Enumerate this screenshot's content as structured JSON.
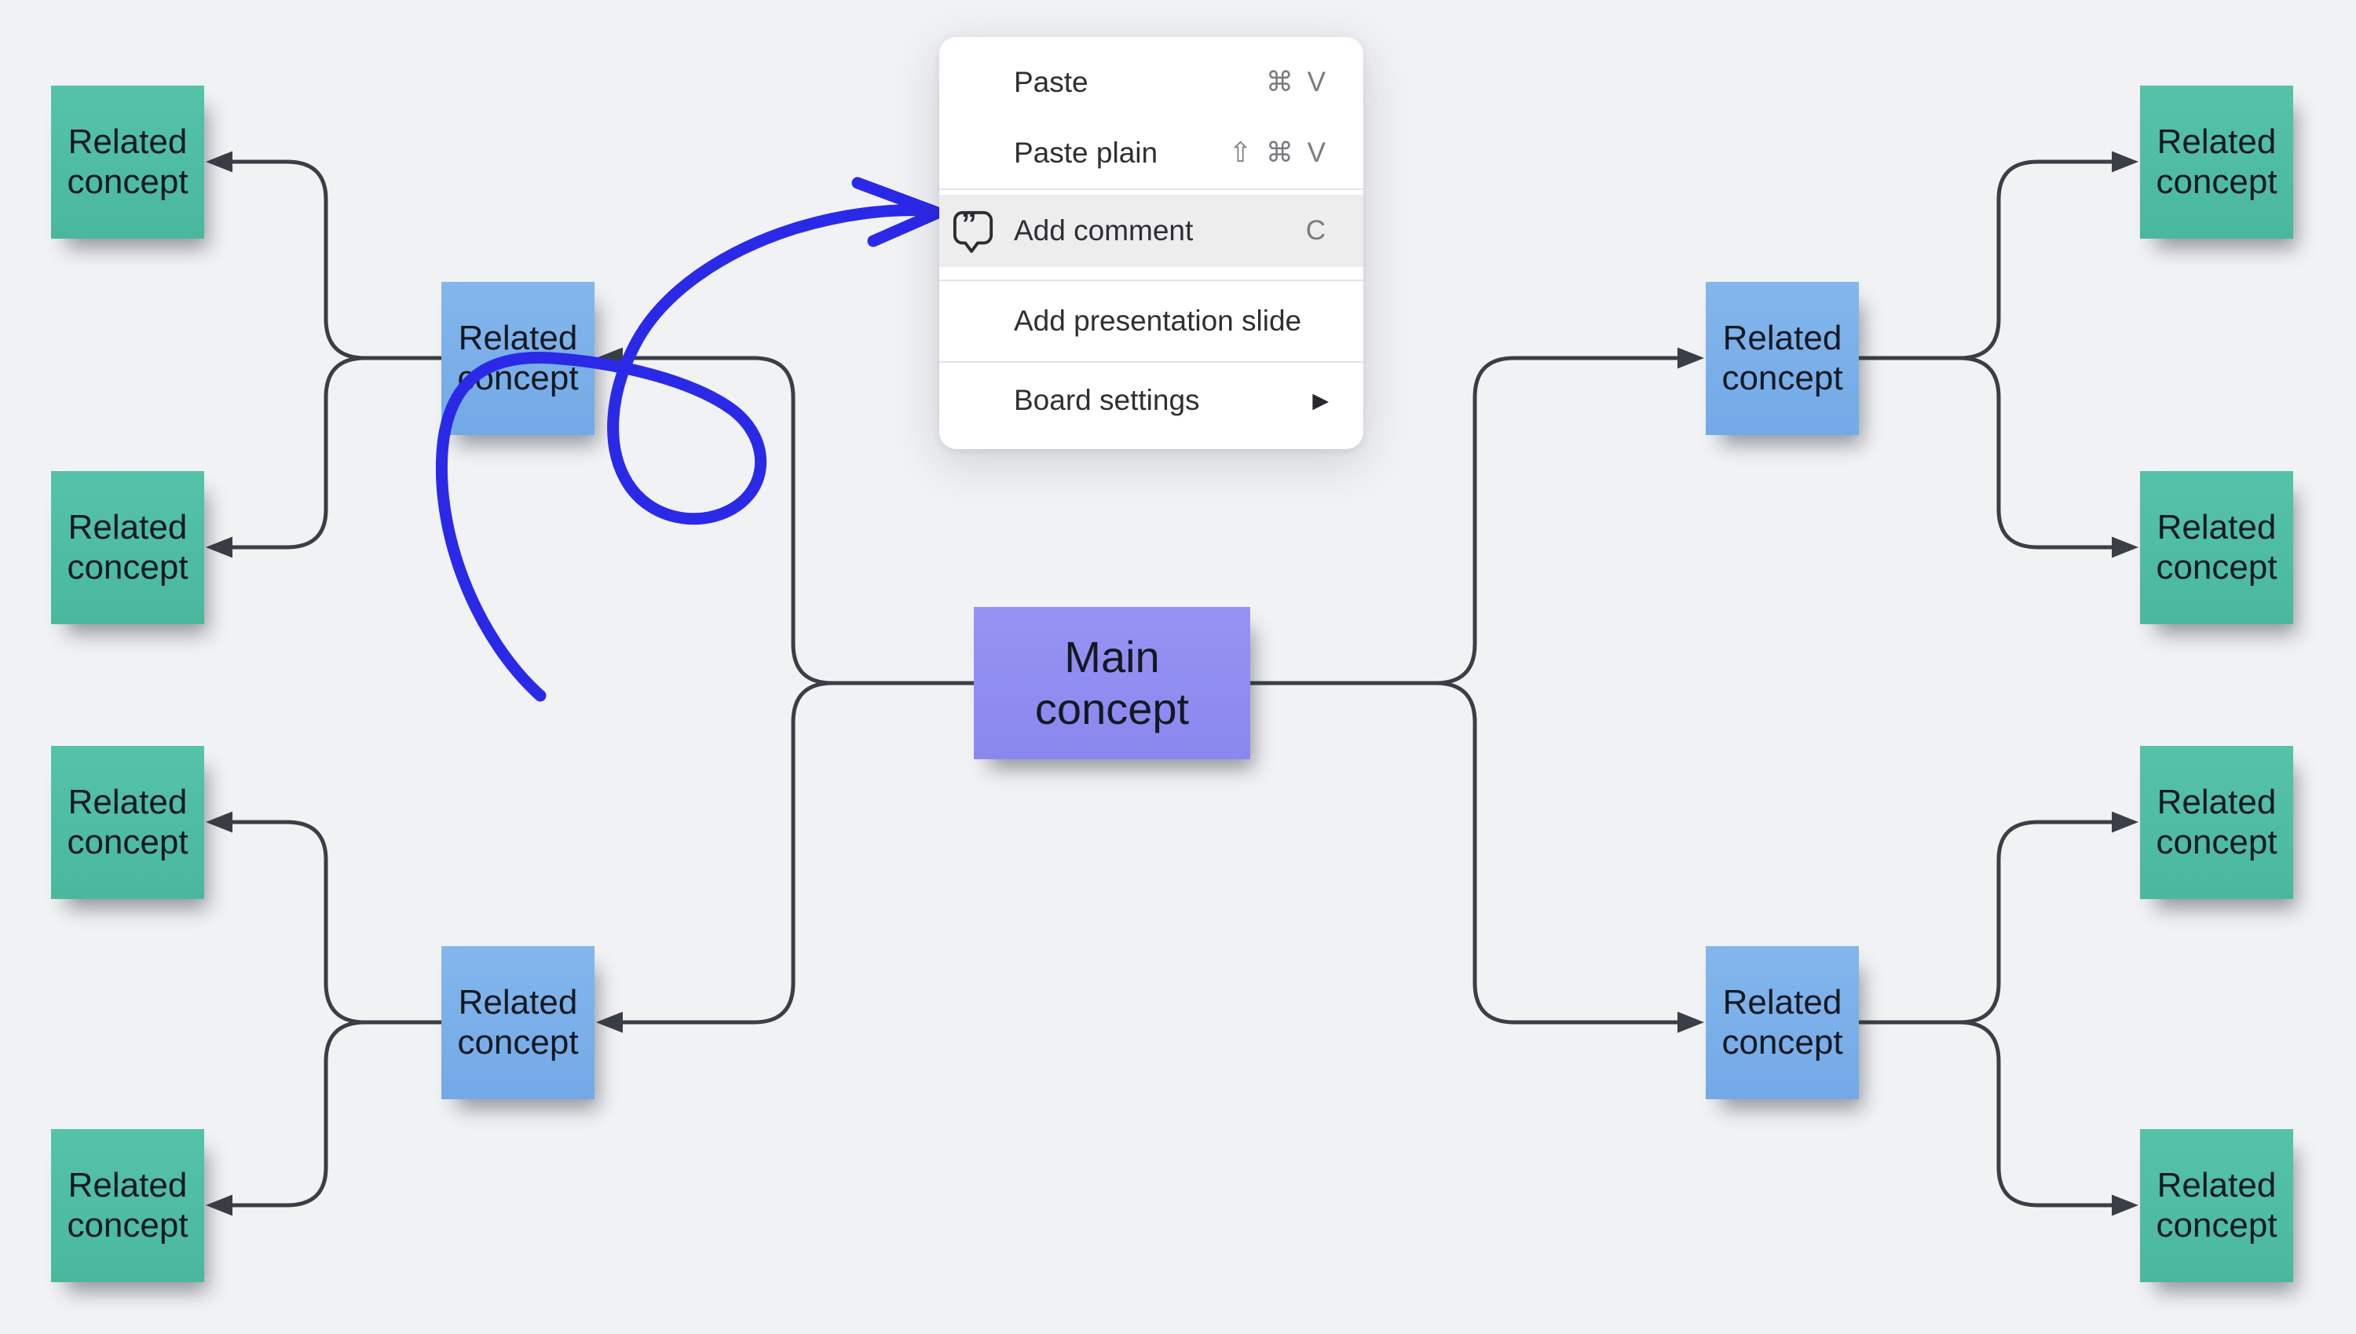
{
  "app": "whiteboard-canvas",
  "colors": {
    "background": "#f1f2f4",
    "note_teal": "#4cbba2",
    "note_blue": "#7cb0ea",
    "note_purple": "#8e8cf0",
    "note_text": "#141921",
    "connector": "#3a3e46",
    "sketch_arrow": "#2b29e8",
    "menu_background": "#ffffff",
    "menu_highlight": "#ededee",
    "menu_label": "#2e2f33",
    "menu_shortcut": "#797b80"
  },
  "notes": {
    "main_label": "Main concept",
    "related_label": "Related concept"
  },
  "context_menu": {
    "items": [
      {
        "label": "Paste",
        "shortcut": "⌘ V"
      },
      {
        "label": "Paste plain",
        "shortcut": "⇧ ⌘ V"
      },
      {
        "label": "Add comment",
        "shortcut": "C",
        "icon": "comment-quote-icon",
        "highlighted": true
      },
      {
        "label": "Add presentation slide"
      },
      {
        "label": "Board settings",
        "submenu_arrow": "▶"
      }
    ]
  },
  "sketch": {
    "description": "hand-drawn blue arrow looping and pointing at Add comment menu item"
  }
}
